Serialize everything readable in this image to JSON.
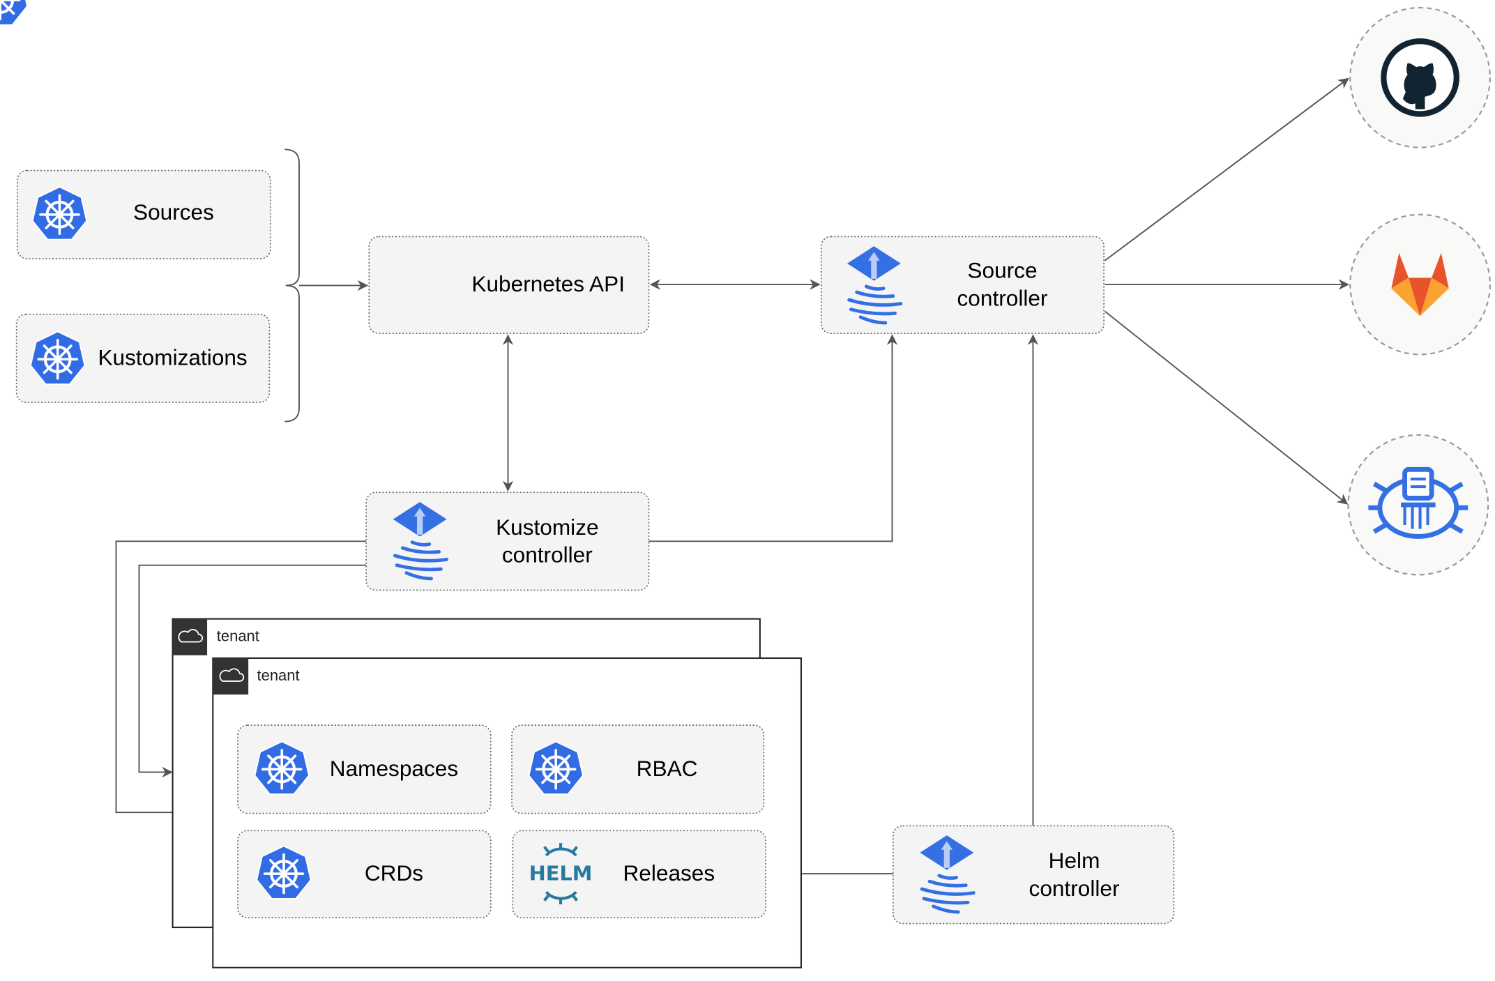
{
  "nodes": {
    "sources": "Sources",
    "kustomizations": "Kustomizations",
    "kubernetes_api": "Kubernetes API",
    "source_controller": [
      "Source",
      "controller"
    ],
    "kustomize_controller": [
      "Kustomize",
      "controller"
    ],
    "helm_controller": [
      "Helm",
      "controller"
    ],
    "tenant_back": "tenant",
    "tenant_front": "tenant",
    "namespaces": "Namespaces",
    "rbac": "RBAC",
    "crds": "CRDs",
    "releases": "Releases",
    "helm_logo": "HELM"
  },
  "external_sources": [
    "github-icon",
    "gitlab-icon",
    "helm-repository-icon"
  ],
  "colors": {
    "kubernetes_blue": "#326ce5",
    "flux_blue": "#3470e4",
    "github": "#122331",
    "gitlab_orange": "#e8542a",
    "gitlab_yellow": "#f9a332",
    "helm": "#277a9f",
    "tenant_header": "#333333"
  }
}
